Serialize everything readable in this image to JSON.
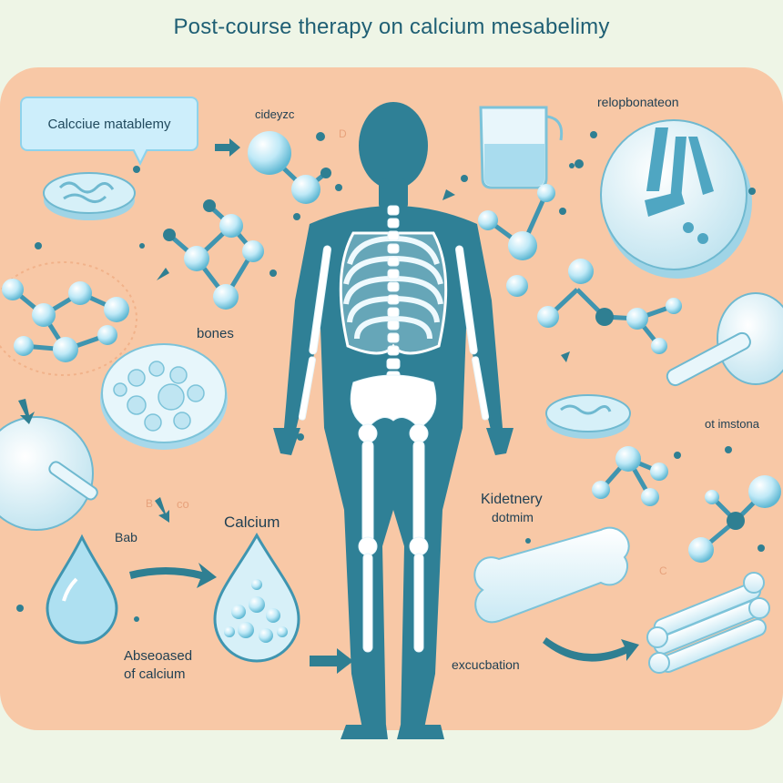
{
  "title": "Post-course therapy on calcium mesabelimy",
  "callout": "Calcciue matablemy",
  "labels": {
    "cideyzc": "cideyzc",
    "relopbonateon": "relopbonateon",
    "bones": "bones",
    "calcium": "Calcium",
    "bab": "Bab",
    "absorption_line1": "Abseoased",
    "absorption_line2": "of calcium",
    "kidney_line1": "Kidetnery",
    "kidney_line2": "dotmim",
    "excretion": "excucbation",
    "ot_imstona": "ot imstona",
    "letter_co": "co",
    "letter_d": "D",
    "letter_b": "B",
    "letter_c": "C"
  },
  "colors": {
    "background": "#eef5e6",
    "panel": "#f8c7a4",
    "body": "#2f7f92",
    "skeleton": "#ffffff",
    "molecule": "#b9e6f5",
    "bone": "#e9f7fc"
  }
}
